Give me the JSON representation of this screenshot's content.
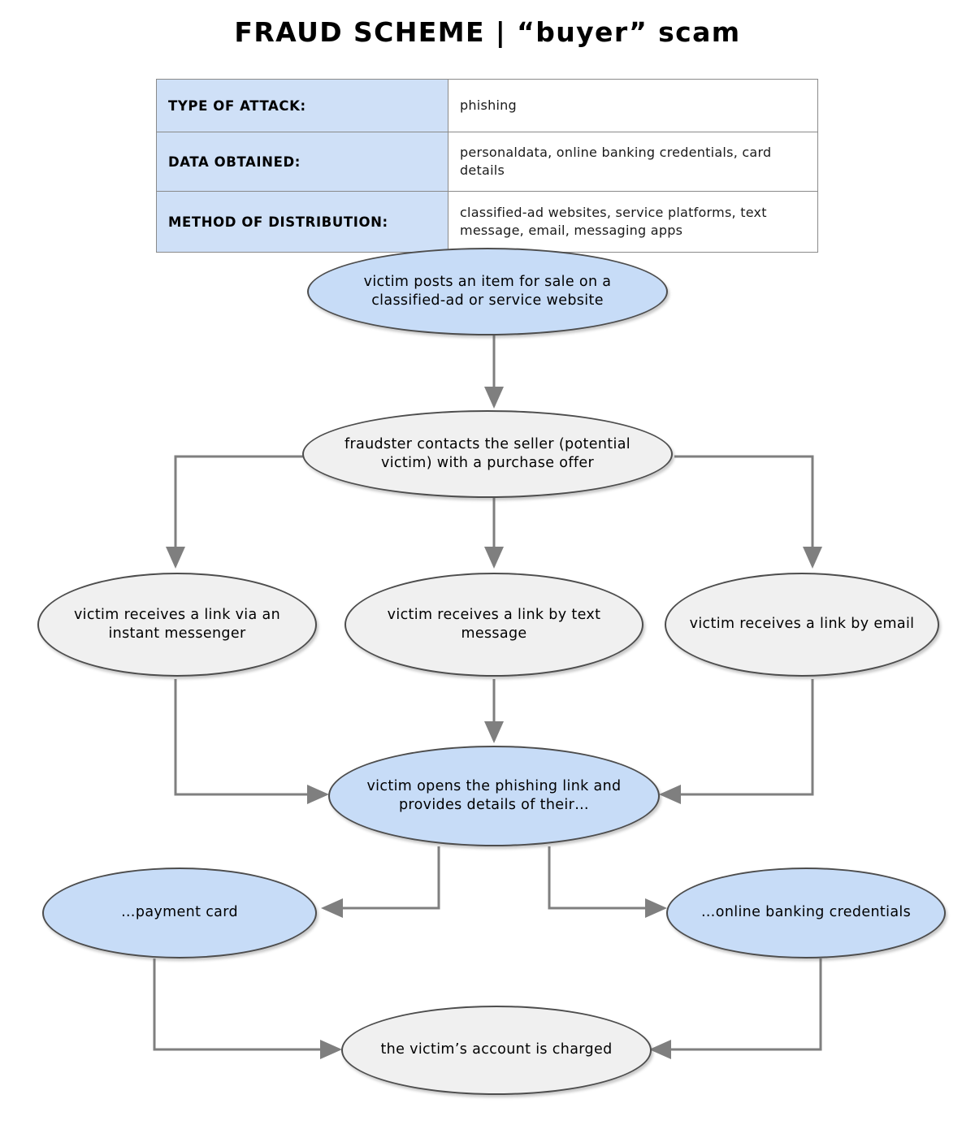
{
  "title": "FRAUD SCHEME | “buyer” scam",
  "info_table": {
    "rows": [
      {
        "label": "TYPE OF ATTACK:",
        "value": "phishing"
      },
      {
        "label": "DATA OBTAINED:",
        "value": "personaldata, online banking credentials, card details"
      },
      {
        "label": "METHOD OF DISTRIBUTION:",
        "value": "classified-ad websites, service platforms, text message, email, messaging apps"
      }
    ]
  },
  "colors": {
    "highlight_fill": "#c7dcf7",
    "neutral_fill": "#f0f0f0",
    "node_stroke": "#4d4d4d",
    "connector": "#7f7f7f",
    "table_header_fill": "#cfe0f7",
    "table_border": "#8a8a8a"
  },
  "chart_data": {
    "type": "diagram",
    "title": "FRAUD SCHEME | “buyer” scam",
    "nodes": [
      {
        "id": "n1",
        "label": "victim posts an item for sale on a classified-ad or service website",
        "style": "highlight"
      },
      {
        "id": "n2",
        "label": "fraudster contacts the seller (potential victim) with a purchase offer",
        "style": "neutral"
      },
      {
        "id": "n3",
        "label": "victim receives a link via an instant messenger",
        "style": "neutral"
      },
      {
        "id": "n4",
        "label": "victim receives a link by text message",
        "style": "neutral"
      },
      {
        "id": "n5",
        "label": "victim receives a link by email",
        "style": "neutral"
      },
      {
        "id": "n6",
        "label": "victim opens the phishing link and provides details of their…",
        "style": "highlight"
      },
      {
        "id": "n7",
        "label": "…payment card",
        "style": "highlight"
      },
      {
        "id": "n8",
        "label": "…online banking credentials",
        "style": "highlight"
      },
      {
        "id": "n9",
        "label": "the victim’s account is charged",
        "style": "neutral"
      }
    ],
    "edges": [
      {
        "from": "n1",
        "to": "n2"
      },
      {
        "from": "n2",
        "to": "n3"
      },
      {
        "from": "n2",
        "to": "n4"
      },
      {
        "from": "n2",
        "to": "n5"
      },
      {
        "from": "n3",
        "to": "n6"
      },
      {
        "from": "n4",
        "to": "n6"
      },
      {
        "from": "n5",
        "to": "n6"
      },
      {
        "from": "n6",
        "to": "n7"
      },
      {
        "from": "n6",
        "to": "n8"
      },
      {
        "from": "n7",
        "to": "n9"
      },
      {
        "from": "n8",
        "to": "n9"
      }
    ]
  }
}
